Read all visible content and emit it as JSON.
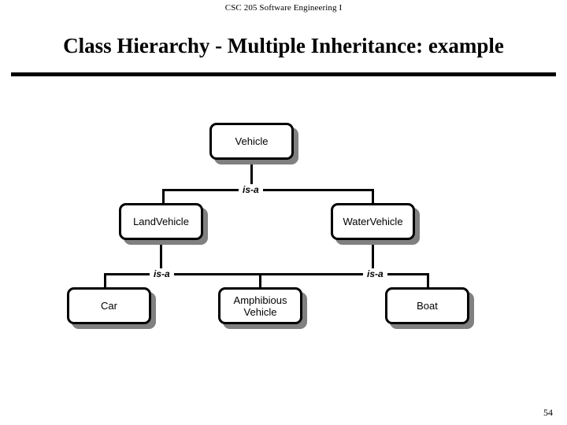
{
  "header": {
    "course": "CSC 205 Software Engineering I"
  },
  "title": {
    "text": "Class Hierarchy - Multiple Inheritance: example"
  },
  "footer": {
    "page_number": "54"
  },
  "colors": {
    "background": "#ffffff",
    "line": "#000000",
    "box_fill": "#ffffff",
    "box_border": "#000000",
    "shadow": "#808080",
    "text": "#000000"
  },
  "diagram": {
    "type": "class-hierarchy",
    "relationship_label": "is-a",
    "nodes": [
      {
        "id": "vehicle",
        "label": "Vehicle",
        "level": 0
      },
      {
        "id": "landvehicle",
        "label": "LandVehicle",
        "level": 1
      },
      {
        "id": "watervehicle",
        "label": "WaterVehicle",
        "level": 1
      },
      {
        "id": "car",
        "label": "Car",
        "level": 2
      },
      {
        "id": "amphibious",
        "label": "Amphibious\nVehicle",
        "label_line1": "Amphibious",
        "label_line2": "Vehicle",
        "level": 2
      },
      {
        "id": "boat",
        "label": "Boat",
        "level": 2
      }
    ],
    "edges": [
      {
        "from": "landvehicle",
        "to": "vehicle",
        "label": "is-a"
      },
      {
        "from": "watervehicle",
        "to": "vehicle",
        "label": "is-a"
      },
      {
        "from": "car",
        "to": "landvehicle",
        "label": "is-a"
      },
      {
        "from": "amphibious",
        "to": "landvehicle",
        "label": "is-a"
      },
      {
        "from": "amphibious",
        "to": "watervehicle",
        "label": "is-a"
      },
      {
        "from": "boat",
        "to": "watervehicle",
        "label": "is-a"
      }
    ],
    "isa_labels": [
      {
        "id": "isa-top",
        "text": "is-a"
      },
      {
        "id": "isa-left",
        "text": "is-a"
      },
      {
        "id": "isa-right",
        "text": "is-a"
      }
    ]
  }
}
